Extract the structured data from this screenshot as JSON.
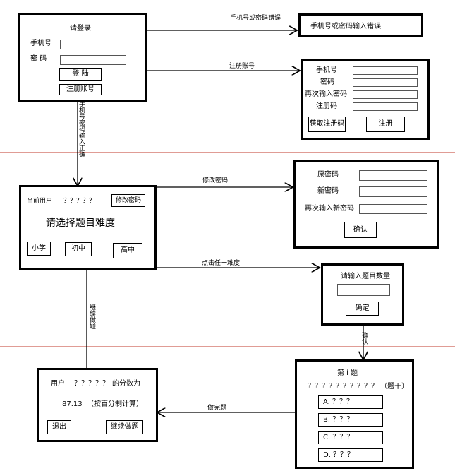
{
  "login": {
    "title": "请登录",
    "phone_label": "手机号",
    "password_label": "密 码",
    "login_button": "登 陆",
    "register_button": "注册账号"
  },
  "login_error": {
    "arrow_label": "手机号或密码错误",
    "message": "手机号或密码输入错误"
  },
  "register": {
    "arrow_label": "注册账号",
    "phone_label": "手机号",
    "password_label": "密码",
    "repeat_label": "再次输入密码",
    "code_label": "注册码",
    "get_code_button": "获取注册码",
    "register_button": "注册"
  },
  "login_success_label": "手机号密码输入正确",
  "main": {
    "current_user_label": "当前用户",
    "current_user_value": "？？？？？",
    "change_password_button": "修改密码",
    "heading": "请选择题目难度",
    "primary_button": "小学",
    "middle_button": "初中",
    "high_button": "高中"
  },
  "change_password": {
    "arrow_label": "修改密码",
    "old_label": "原密码",
    "new_label": "新密码",
    "repeat_label": "再次输入新密码",
    "confirm_button": "确认"
  },
  "question_count": {
    "arrow_label": "点击任一难度",
    "title": "请输入题目数量",
    "ok_button": "确定"
  },
  "confirm_arrow_label": "确认",
  "continue_label": "继续做题",
  "quiz": {
    "title": "第  i  题",
    "stem": "？？？？？？？？？？ （题干）",
    "options": [
      "A. ？？？",
      "B. ？？？",
      "C. ？？？",
      "D. ？？？"
    ]
  },
  "done_arrow_label": "做完题",
  "result": {
    "user_label": "用户",
    "user_value": "？？？？？",
    "score_label": "的分数为",
    "score_value": "87.13",
    "score_note": "（按百分制计算）",
    "exit_button": "退出",
    "continue_button": "继续做题"
  },
  "colors": {
    "separator": "#c0392b",
    "line": "#000000"
  }
}
